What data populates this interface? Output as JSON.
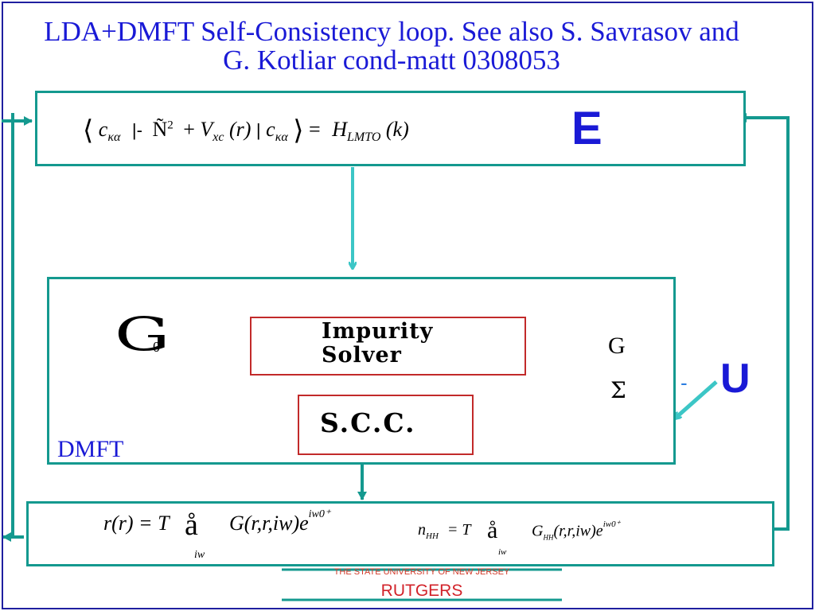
{
  "title": "LDA+DMFT Self-Consistency loop. See also S. Savrasov and G. Kotliar cond-matt 0308053",
  "top_box": {
    "equation": "⟨c κα |- Ñ² + Vxc(r) | c κα⟩ = HLMTO(k)",
    "eq_parts": {
      "lbra": "⟨",
      "c1": "c",
      "sub1": "κα",
      "bar1": "|-",
      "nabla": "Ñ",
      "sup2": "2",
      "plus": "+",
      "V": "V",
      "subxc": "xc",
      "paren_r": "(r)",
      "bar2": "|",
      "c2": "c",
      "sub2": "κα",
      "rket": "⟩",
      "eq": "=",
      "H": "H",
      "sublmto": "LMTO",
      "paren_k": "(k)"
    },
    "label": "E"
  },
  "dmft_box": {
    "label": "DMFT",
    "g0": "G",
    "g0_sub": "0",
    "impurity_solver": [
      "Impurity",
      "Solver"
    ],
    "g": "G",
    "sigma": "Σ",
    "scc": "S.C.C."
  },
  "side_label": {
    "u": "U",
    "dash": "-"
  },
  "bottom_box": {
    "eq1": {
      "lhs": "r(r) = T",
      "sum": "å",
      "sum_sub": "iw",
      "rhs": "G(r,r,iw)e",
      "sup": "iw0⁺"
    },
    "eq2": {
      "lhs": "nHH = T",
      "n": "n",
      "nsub": "HH",
      "eqT": "= T",
      "sum": "å",
      "sum_sub": "iw",
      "G": "G",
      "Gsub": "HH",
      "rhs": "(r,r,iw)e",
      "sup": "iw0⁺"
    }
  },
  "footer": {
    "small": "THE STATE UNIVERSITY OF NEW JERSEY",
    "main": "RUTGERS"
  },
  "colors": {
    "title": "#1a1ad6",
    "box_border": "#14998f",
    "arrow_teal": "#3cc6c6",
    "red": "#c22a2a",
    "footer": "#d2232a"
  }
}
